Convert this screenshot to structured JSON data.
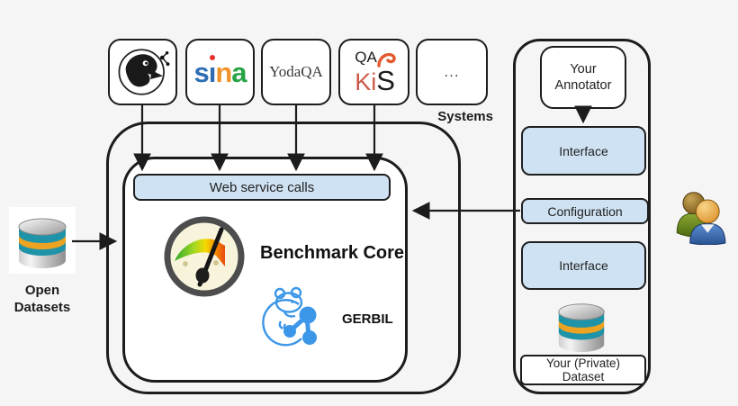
{
  "colors": {
    "background": "#f5f5f6",
    "box_fill": "#ffffff",
    "line": "#1c1c1c",
    "panel_blue": "#cfe2f3",
    "gerbil_blue": "#3d97e8",
    "gauge_ring": "#4d4d4d",
    "gauge_face": "#f8f4dc",
    "db_teal": "#1f93a8",
    "db_orange": "#eda322",
    "sina_blue": "#2e6db4",
    "sina_red": "#e8312a",
    "sina_orange": "#f0932c",
    "sina_green": "#27a244",
    "qakis_red": "#cc5948",
    "user_green": "#6d8c21",
    "user_blue": "#3a6fb5"
  },
  "systems": {
    "section_label": "Systems",
    "hawk": {
      "icon": "hawk-eagle-logo"
    },
    "sina": {
      "letters": [
        "s",
        "ı",
        "n",
        "a"
      ]
    },
    "yodaqa": {
      "label": "YodaQA"
    },
    "qakis": {
      "line1": "QA",
      "ki": "Ki",
      "s": "S"
    },
    "ellipsis": {
      "label": "..."
    }
  },
  "core": {
    "web_service_calls": "Web service calls",
    "title": "Benchmark Core",
    "gerbil": "GERBIL"
  },
  "open_datasets": {
    "line1": "Open",
    "line2": "Datasets"
  },
  "annotator_panel": {
    "your_annotator": {
      "line1": "Your",
      "line2": "Annotator"
    },
    "interface_top": "Interface",
    "configuration": "Configuration",
    "interface_bottom": "Interface",
    "private_dataset": {
      "line1": "Your (Private)",
      "line2": "Dataset"
    }
  }
}
